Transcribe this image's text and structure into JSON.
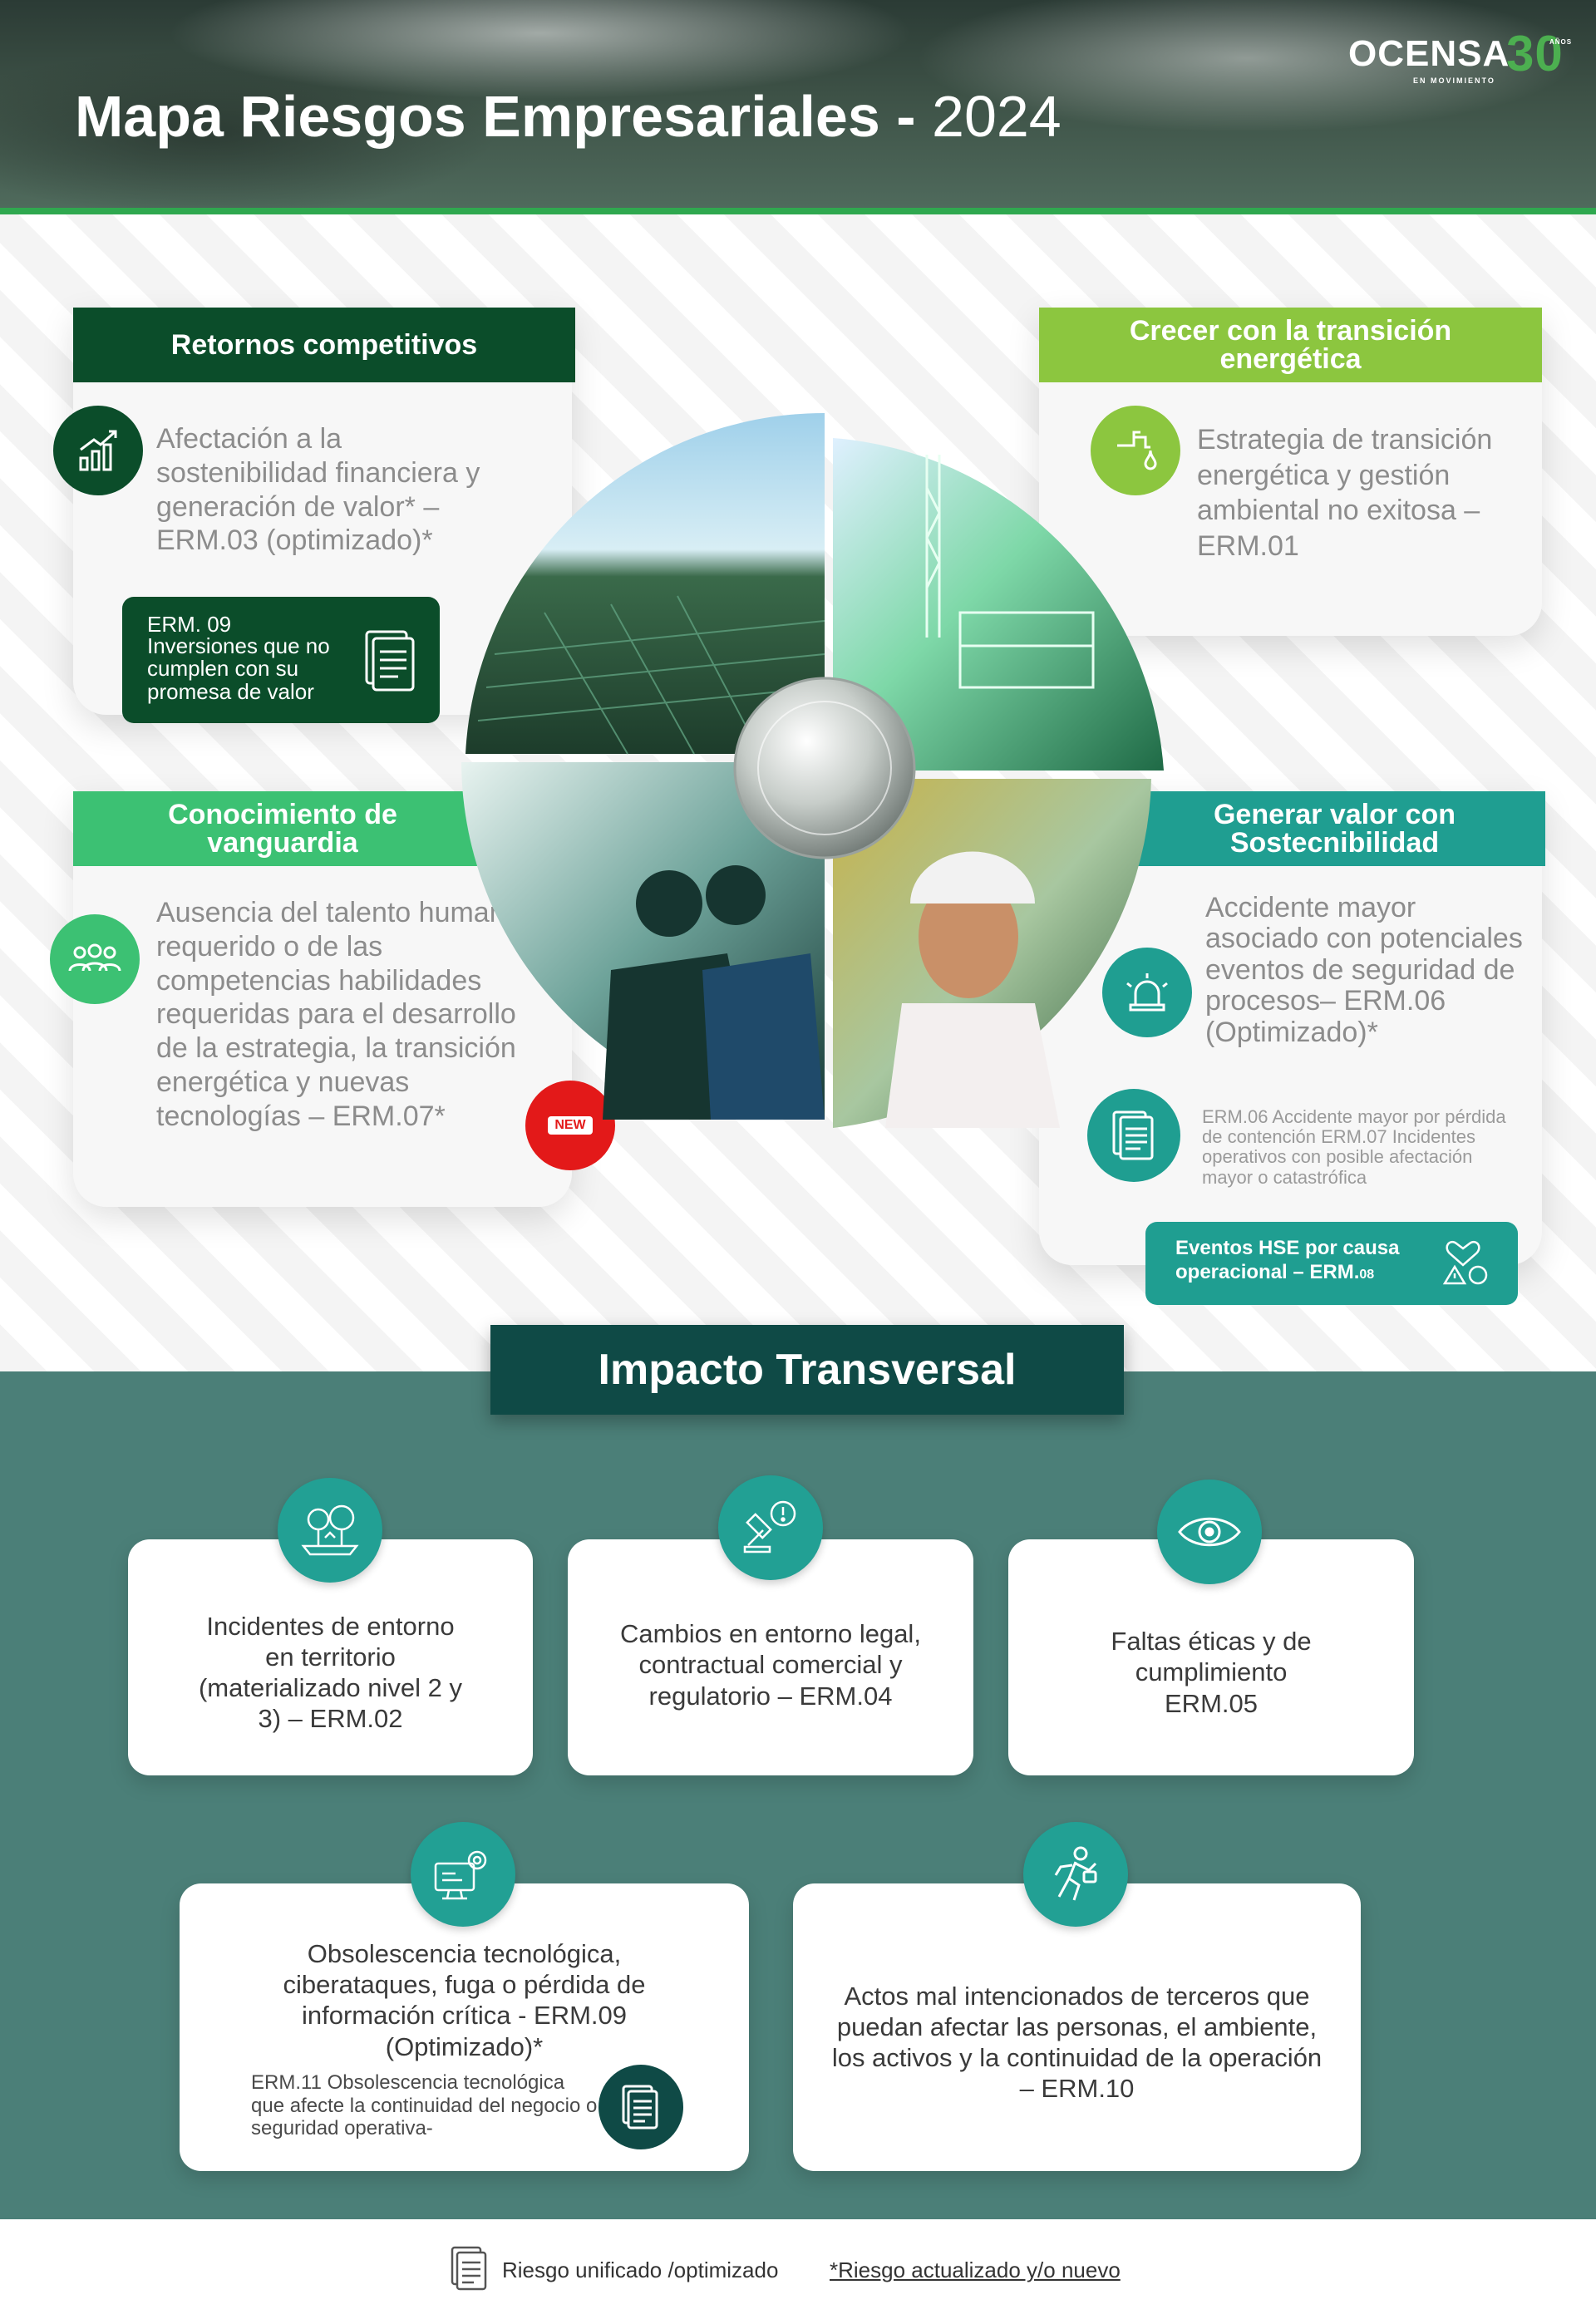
{
  "header": {
    "title_main": "Mapa Riesgos Empresariales -",
    "title_year": "2024",
    "logo_name": "OCENSA",
    "logo_number": "30",
    "logo_tagline": "EN MOVIMIENTO",
    "logo_anos": "AÑOS"
  },
  "quadrants": {
    "retornos": {
      "title": "Retornos competitivos",
      "text": "Afectación a la sostenibilidad financiera y generación de valor* – ERM.03 (optimizado)*",
      "note_code": "ERM. 09",
      "note_text": "Inversiones que no cumplen con su promesa de valor",
      "icon": "growth-chart-icon",
      "color": "#0b4d2a"
    },
    "transicion": {
      "title": "Crecer con la transición energética",
      "text": "Estrategia de transición energética y gestión ambiental no exitosa – ERM.01",
      "icon": "faucet-drop-icon",
      "color": "#8cc63f"
    },
    "conocimiento": {
      "title": "Conocimiento de vanguardia",
      "text": "Ausencia del talento humano requerido o de las competencias habilidades requeridas para el desarrollo de la estrategia, la transición energética y nuevas tecnologías – ERM.07*",
      "badge": "NEW",
      "icon": "people-group-icon",
      "color": "#3cc173"
    },
    "sostenibilidad": {
      "title": "Generar valor con Sostecnibilidad",
      "text": "Accidente mayor asociado con potenciales eventos de seguridad de procesos– ERM.06 (Optimizado)*",
      "note_text": "ERM.06 Accidente mayor por pérdida de contención ERM.07 Incidentes operativos con posible afectación mayor o catastrófica",
      "hse_text": "Eventos HSE por causa operacional – ERM.",
      "hse_sub": "08",
      "icon": "alarm-light-icon",
      "color": "#1f9e91"
    }
  },
  "impacto": {
    "title": "Impacto Transversal",
    "items": [
      {
        "text": "Incidentes de entorno en territorio (materializado nivel 2 y 3) – ERM.02",
        "icon": "territory-icon"
      },
      {
        "text": "Cambios en entorno legal, contractual comercial y regulatorio – ERM.04",
        "icon": "gavel-alert-icon"
      },
      {
        "text": "Faltas éticas y de cumplimiento ERM.05",
        "icon": "eye-icon"
      },
      {
        "text": "Obsolescencia tecnológica, ciberataques, fuga o pérdida de información crítica - ERM.09 (Optimizado)*",
        "note": "ERM.11 Obsolescencia tecnológica que afecte la continuidad del negocio o seguridad operativa-",
        "icon": "computer-gears-icon"
      },
      {
        "text": "Actos mal intencionados de terceros que puedan afectar las personas, el ambiente, los activos y la continuidad de la operación – ERM.10",
        "icon": "running-thief-icon"
      }
    ]
  },
  "footer": {
    "legend_unified": "Riesgo unificado /optimizado",
    "legend_updated": "*Riesgo actualizado y/o nuevo"
  }
}
